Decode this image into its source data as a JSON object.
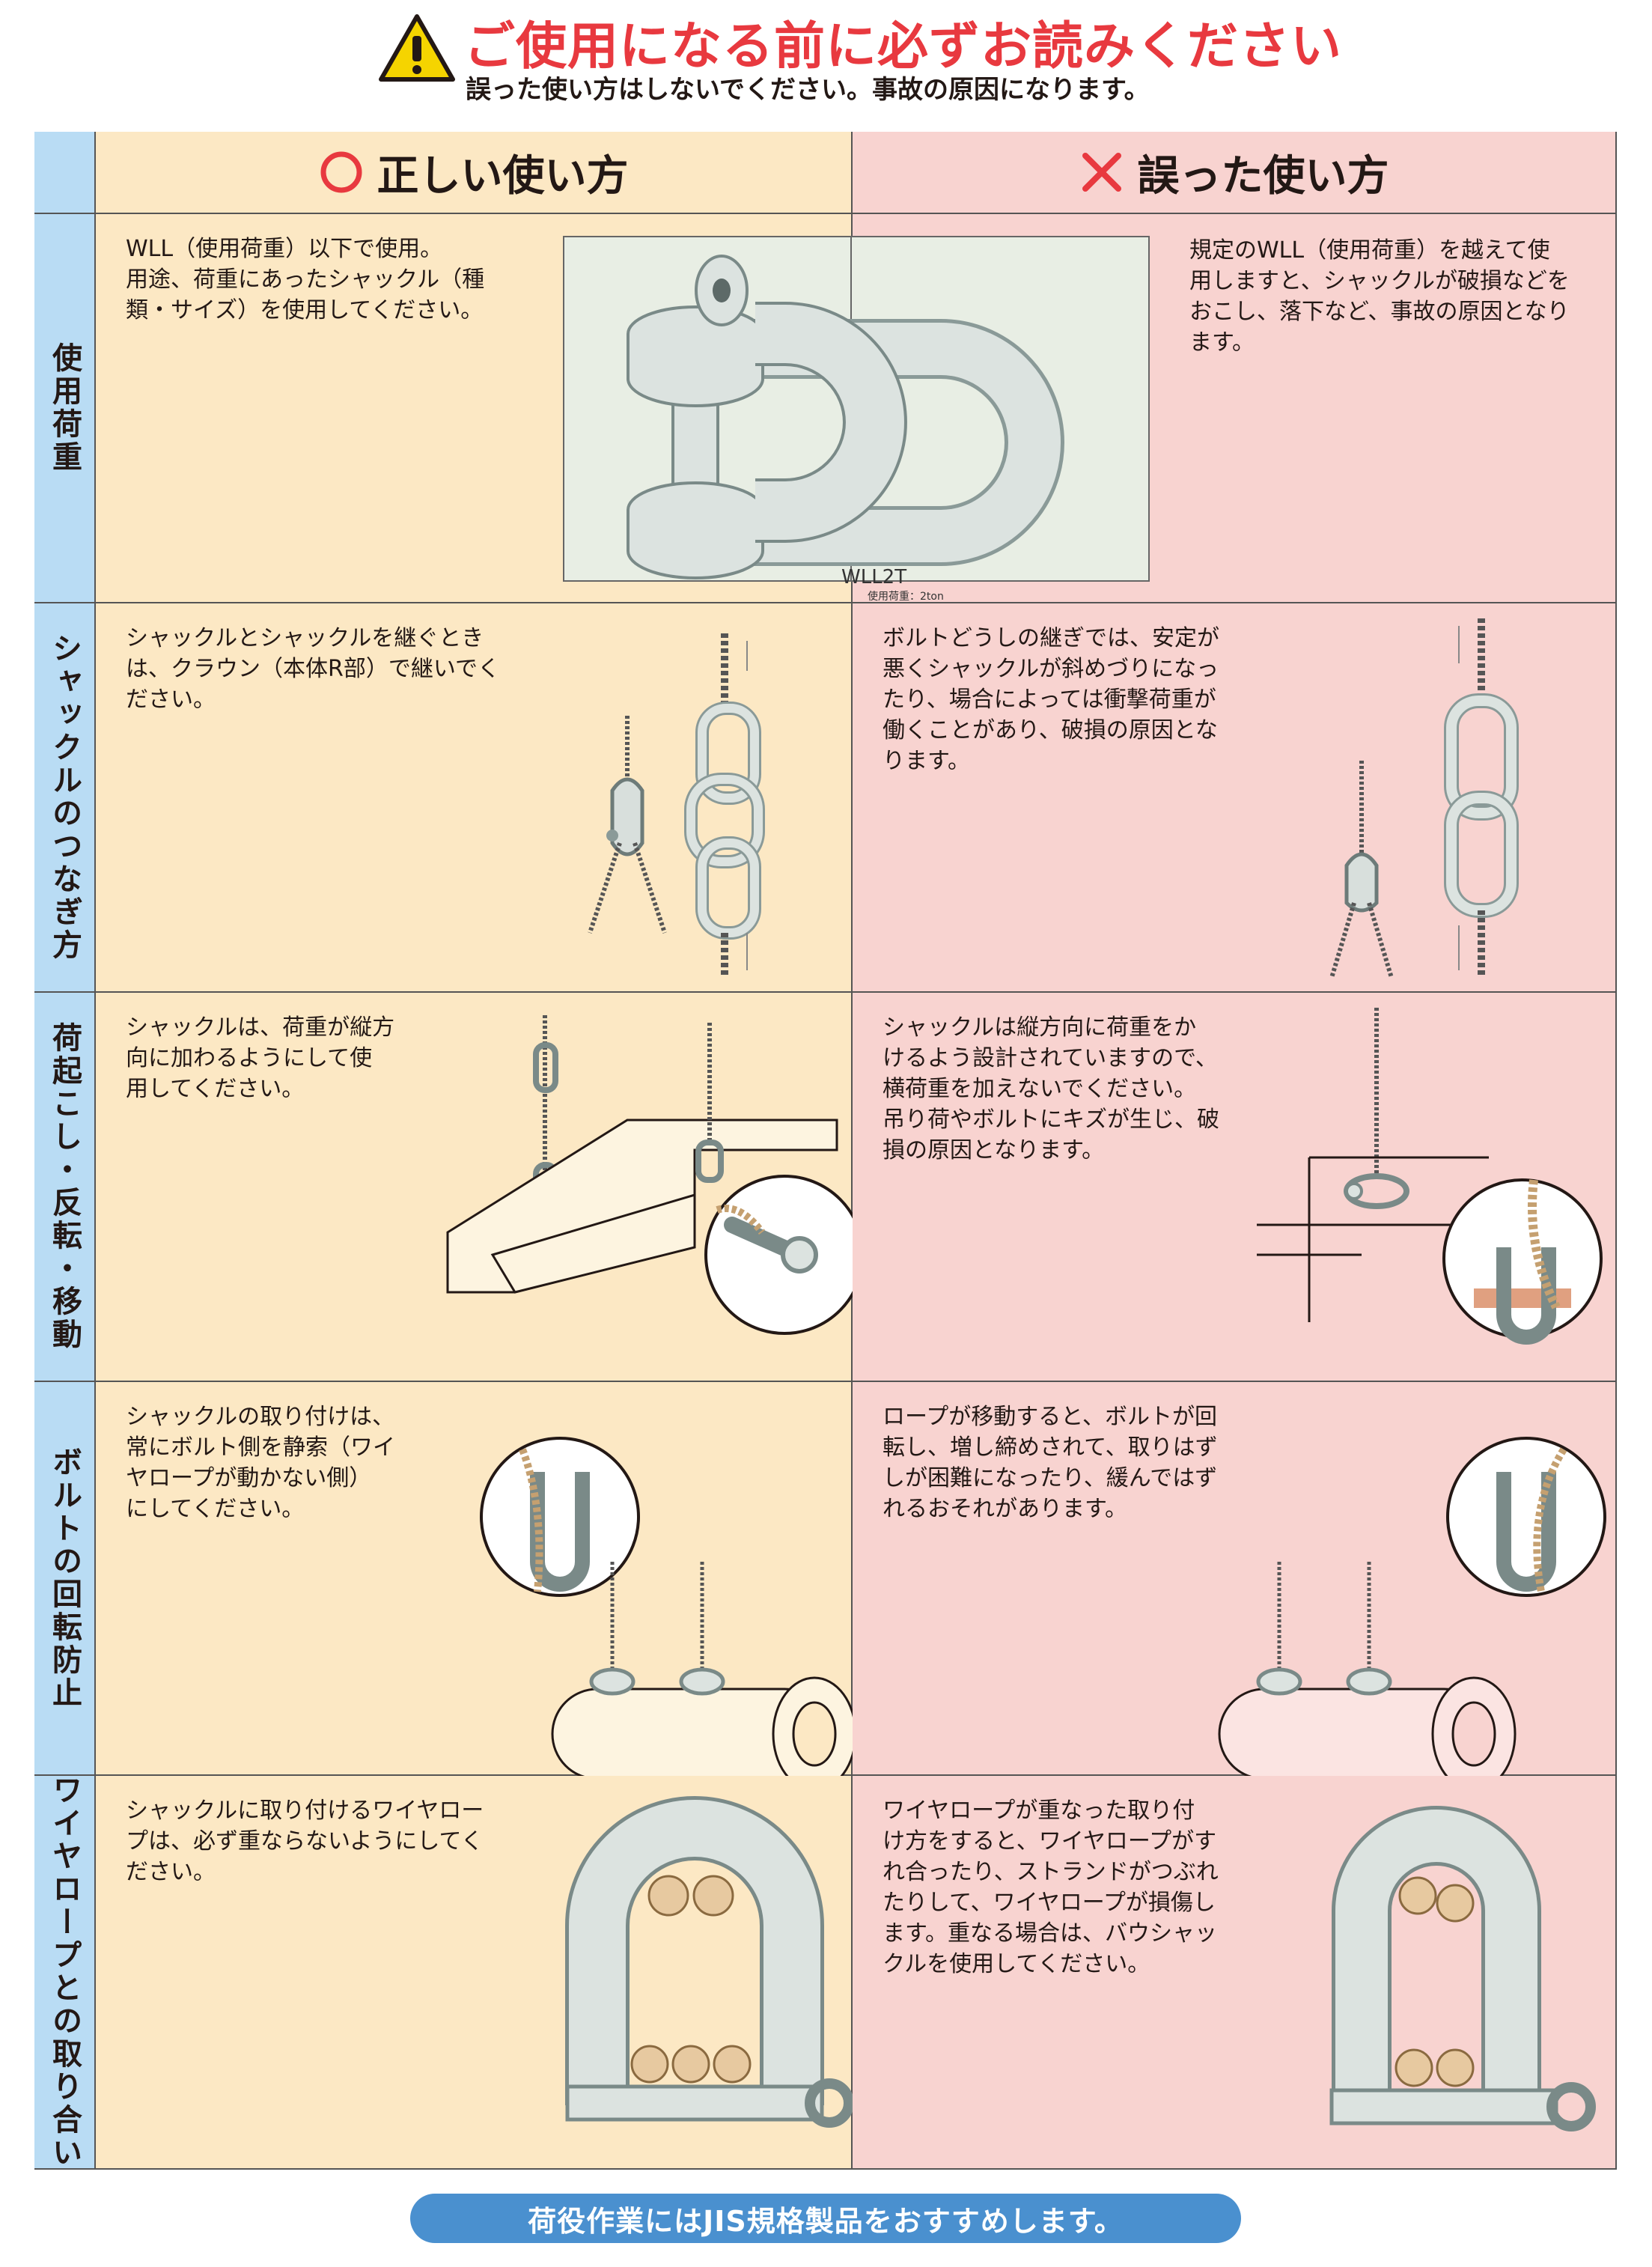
{
  "header": {
    "title": "ご使用になる前に必ずお読みください",
    "subtitle": "誤った使い方はしないでください。事故の原因になります。"
  },
  "columns": {
    "good": "正しい使い方",
    "bad": "誤った使い方"
  },
  "rows": [
    {
      "label": "使用荷重",
      "good_text": [
        "WLL（使用荷重）以下で使用。",
        "用途、荷重にあったシャックル（種",
        "類・サイズ）を使用してください。"
      ],
      "bad_text": [
        "規定のWLL（使用荷重）を越えて使",
        "用しますと、シャックルが破損などを",
        "おこし、落下など、事故の原因となり",
        "ます。"
      ],
      "marking": "WLL2T",
      "marking_note": "使用荷重：2ton"
    },
    {
      "label": "シャックルのつなぎ方",
      "good_text": [
        "シャックルとシャックルを継ぐとき",
        "は、クラウン（本体R部）で継いでく",
        "ださい。"
      ],
      "bad_text": [
        "ボルトどうしの継ぎでは、安定が",
        "悪くシャックルが斜めづりになっ",
        "たり、場合によっては衝撃荷重が",
        "働くことがあり、破損の原因とな",
        "ります。"
      ]
    },
    {
      "label": "荷起こし・反転・移動",
      "good_text": [
        "シャックルは、荷重が縦方",
        "向に加わるようにして使",
        "用してください。"
      ],
      "bad_text": [
        "シャックルは縦方向に荷重をか",
        "けるよう設計されていますので、",
        "横荷重を加えないでください。",
        "吊り荷やボルトにキズが生じ、破",
        "損の原因となります。"
      ]
    },
    {
      "label": "ボルトの回転防止",
      "good_text": [
        "シャックルの取り付けは、",
        "常にボルト側を静索（ワイ",
        "ヤロープが動かない側）",
        "にしてください。"
      ],
      "bad_text": [
        "ロープが移動すると、ボルトが回",
        "転し、増し締めされて、取りはず",
        "しが困難になったり、緩んではず",
        "れるおそれがあります。"
      ]
    },
    {
      "label": "ワイヤロープとの取り合い",
      "good_text": [
        "シャックルに取り付けるワイヤロー",
        "プは、必ず重ならないようにしてく",
        "ださい。"
      ],
      "bad_text": [
        "ワイヤロープが重なった取り付",
        "け方をすると、ワイヤロープがす",
        "れ合ったり、ストランドがつぶれ",
        "たりして、ワイヤロープが損傷し",
        "ます。重なる場合は、バウシャッ",
        "クルを使用してください。"
      ]
    }
  ],
  "footer": "荷役作業にはJIS規格製品をおすすめします。",
  "colors": {
    "title_red": "#e8393f",
    "good_bg": "#fce8c4",
    "bad_bg": "#f8d3d0",
    "side_bg": "#b9dcf4",
    "footer_blue": "#4a90cf"
  }
}
